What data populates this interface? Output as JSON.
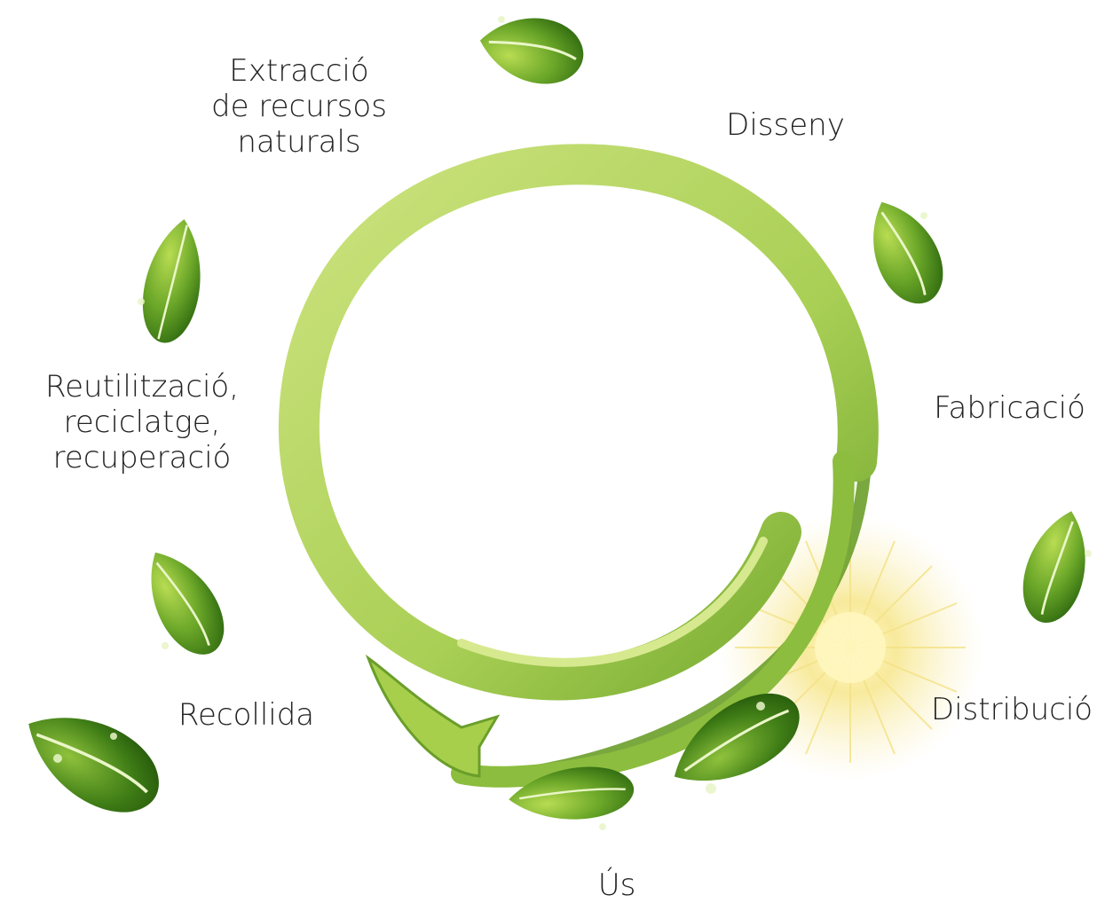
{
  "stages": {
    "extraccio": [
      "Extracció",
      "de recursos",
      "naturals"
    ],
    "disseny": [
      "Disseny"
    ],
    "fabricacio": [
      "Fabricació"
    ],
    "distribucio": [
      "Distribució"
    ],
    "us": [
      "Ús"
    ],
    "recollida": [
      "Recollida"
    ],
    "reutilitzacio": [
      "Reutilització,",
      "reciclatge,",
      "recuperació"
    ]
  },
  "colors": {
    "ring_light": "#c8df7a",
    "ring_mid": "#8fbf3a",
    "ring_dark": "#4f8a1e",
    "leaf_dark": "#2f6a10",
    "leaf_light": "#9ccc3c",
    "sun": "#f6e79a"
  },
  "icons": [
    "leaf-icon",
    "sun-icon",
    "cycle-arrow-icon"
  ]
}
